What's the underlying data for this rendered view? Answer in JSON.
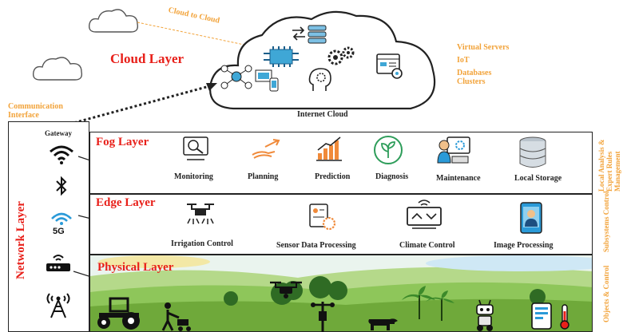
{
  "cloud": {
    "cloud_to_cloud": "Cloud to Cloud",
    "layer_title": "Cloud Layer",
    "internet_cloud": "Internet Cloud",
    "services": [
      "Virtual Servers",
      "IoT",
      "Databases",
      "Clusters"
    ],
    "communication_interface": [
      "Communication",
      "Interface"
    ]
  },
  "network": {
    "title": "Network Layer",
    "gateway": "Gateway",
    "five_g": "5G"
  },
  "fog": {
    "title": "Fog Layer",
    "items": [
      "Monitoring",
      "Planning",
      "Prediction",
      "Diagnosis",
      "Maintenance",
      "Local Storage"
    ],
    "side_label": "Local Analysis & Expert Rules Management"
  },
  "edge": {
    "title": "Edge Layer",
    "items": [
      "Irrigation Control",
      "Sensor Data Processing",
      "Climate Control",
      "Image Processing"
    ],
    "side_label": "Subsystems Control"
  },
  "physical": {
    "title": "Physical Layer",
    "side_label": "Objects & Control"
  },
  "colors": {
    "accent_red": "#e8201a",
    "accent_orange": "#f2a33a",
    "border": "#222222",
    "field_green": "#6fa93a"
  }
}
